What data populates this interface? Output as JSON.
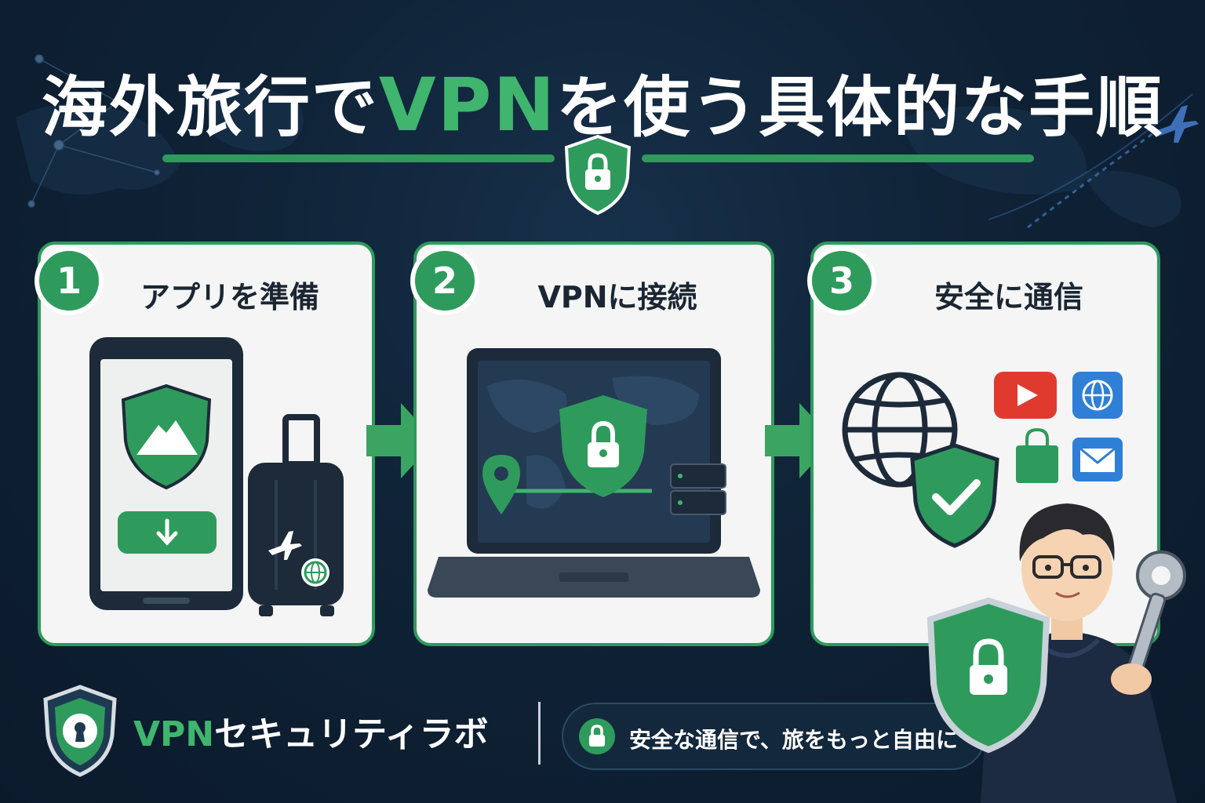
{
  "header": {
    "title_pre": "海外旅行で",
    "title_accent": "VPN",
    "title_post": "を使う具体的な手順"
  },
  "steps": [
    {
      "number": "1",
      "label": "アプリを準備"
    },
    {
      "number": "2",
      "label": "VPNに接続"
    },
    {
      "number": "3",
      "label": "安全に通信"
    }
  ],
  "footer": {
    "brand_accent": "VPN",
    "brand_rest": "セキュリティラボ",
    "tagline": "安全な通信で、旅をもっと自由に"
  },
  "colors": {
    "accent_green": "#2e9b5c",
    "bright_green": "#3fb56d",
    "navy_bg": "#0f2236",
    "card_bg": "#f4f5f4",
    "dark_device": "#1d2a3a"
  },
  "icons": [
    "shield-lock-icon",
    "mountain-shield-icon",
    "download-icon",
    "suitcase-icon",
    "airplane-icon",
    "globe-icon",
    "location-pin-icon",
    "server-icon",
    "check-shield-icon",
    "video-play-icon",
    "shopping-bag-icon",
    "mail-icon",
    "key-icon"
  ]
}
